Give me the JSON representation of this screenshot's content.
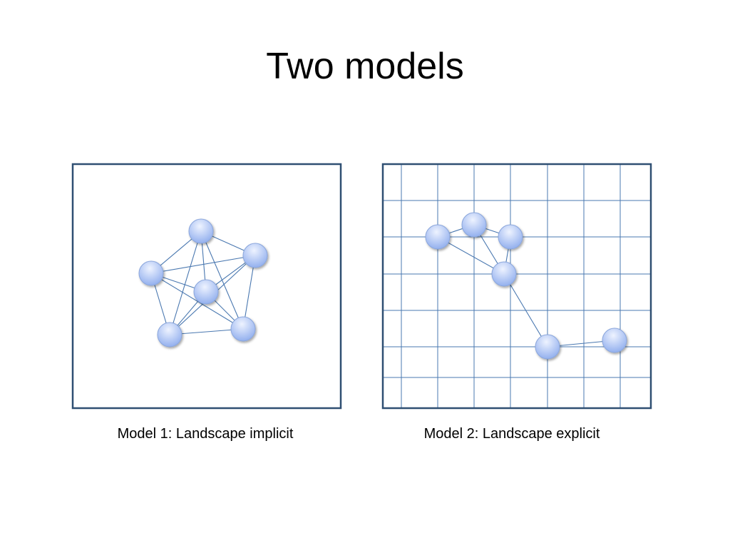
{
  "slide": {
    "title": "Two models"
  },
  "panels": [
    {
      "id": "model-1",
      "caption": "Model 1: Landscape implicit",
      "grid": false
    },
    {
      "id": "model-2",
      "caption": "Model 2: Landscape explicit",
      "grid": true
    }
  ],
  "colors": {
    "frame": "#2f4f72",
    "edge": "#4a78b0",
    "grid": "#4a78b0",
    "node_fill_light": "#e9f0ff",
    "node_fill_dark": "#93b0ee",
    "node_stroke": "#8aa6dc"
  }
}
